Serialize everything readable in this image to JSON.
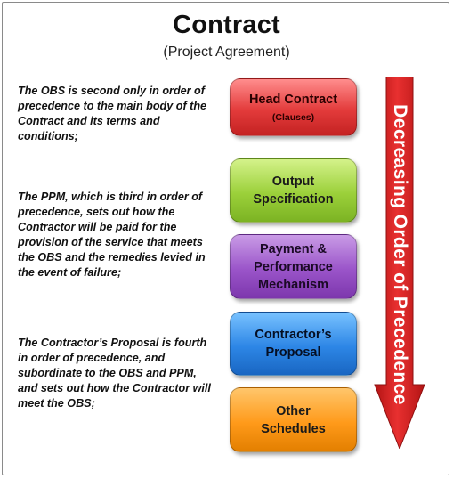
{
  "title": "Contract",
  "subtitle": "(Project Agreement)",
  "notes": [
    "The OBS is second only in order of precedence to the main body of the Contract and its terms and conditions;",
    "The PPM, which is third in order of precedence, sets out how the Contractor will be paid for the provision of the service that meets the OBS and the remedies levied in the event of failure;",
    "The Contractor’s Proposal is fourth in order of precedence, and subordinate to the OBS and PPM,  and sets out how the Contractor will meet the OBS;"
  ],
  "boxes": [
    {
      "label": "Head Contract",
      "sublabel": "(Clauses)",
      "color": "#e33b3b"
    },
    {
      "label": "Output\nSpecification",
      "color": "#9bd03a"
    },
    {
      "label": "Payment &\nPerformance\nMechanism",
      "color": "#9a54c9"
    },
    {
      "label": "Contractor’s\nProposal",
      "color": "#2d86e6"
    },
    {
      "label": "Other\nSchedules",
      "color": "#ff9a1a"
    }
  ],
  "arrow": {
    "label": "Decreasing Order of Precedence",
    "color": "#d42020"
  }
}
